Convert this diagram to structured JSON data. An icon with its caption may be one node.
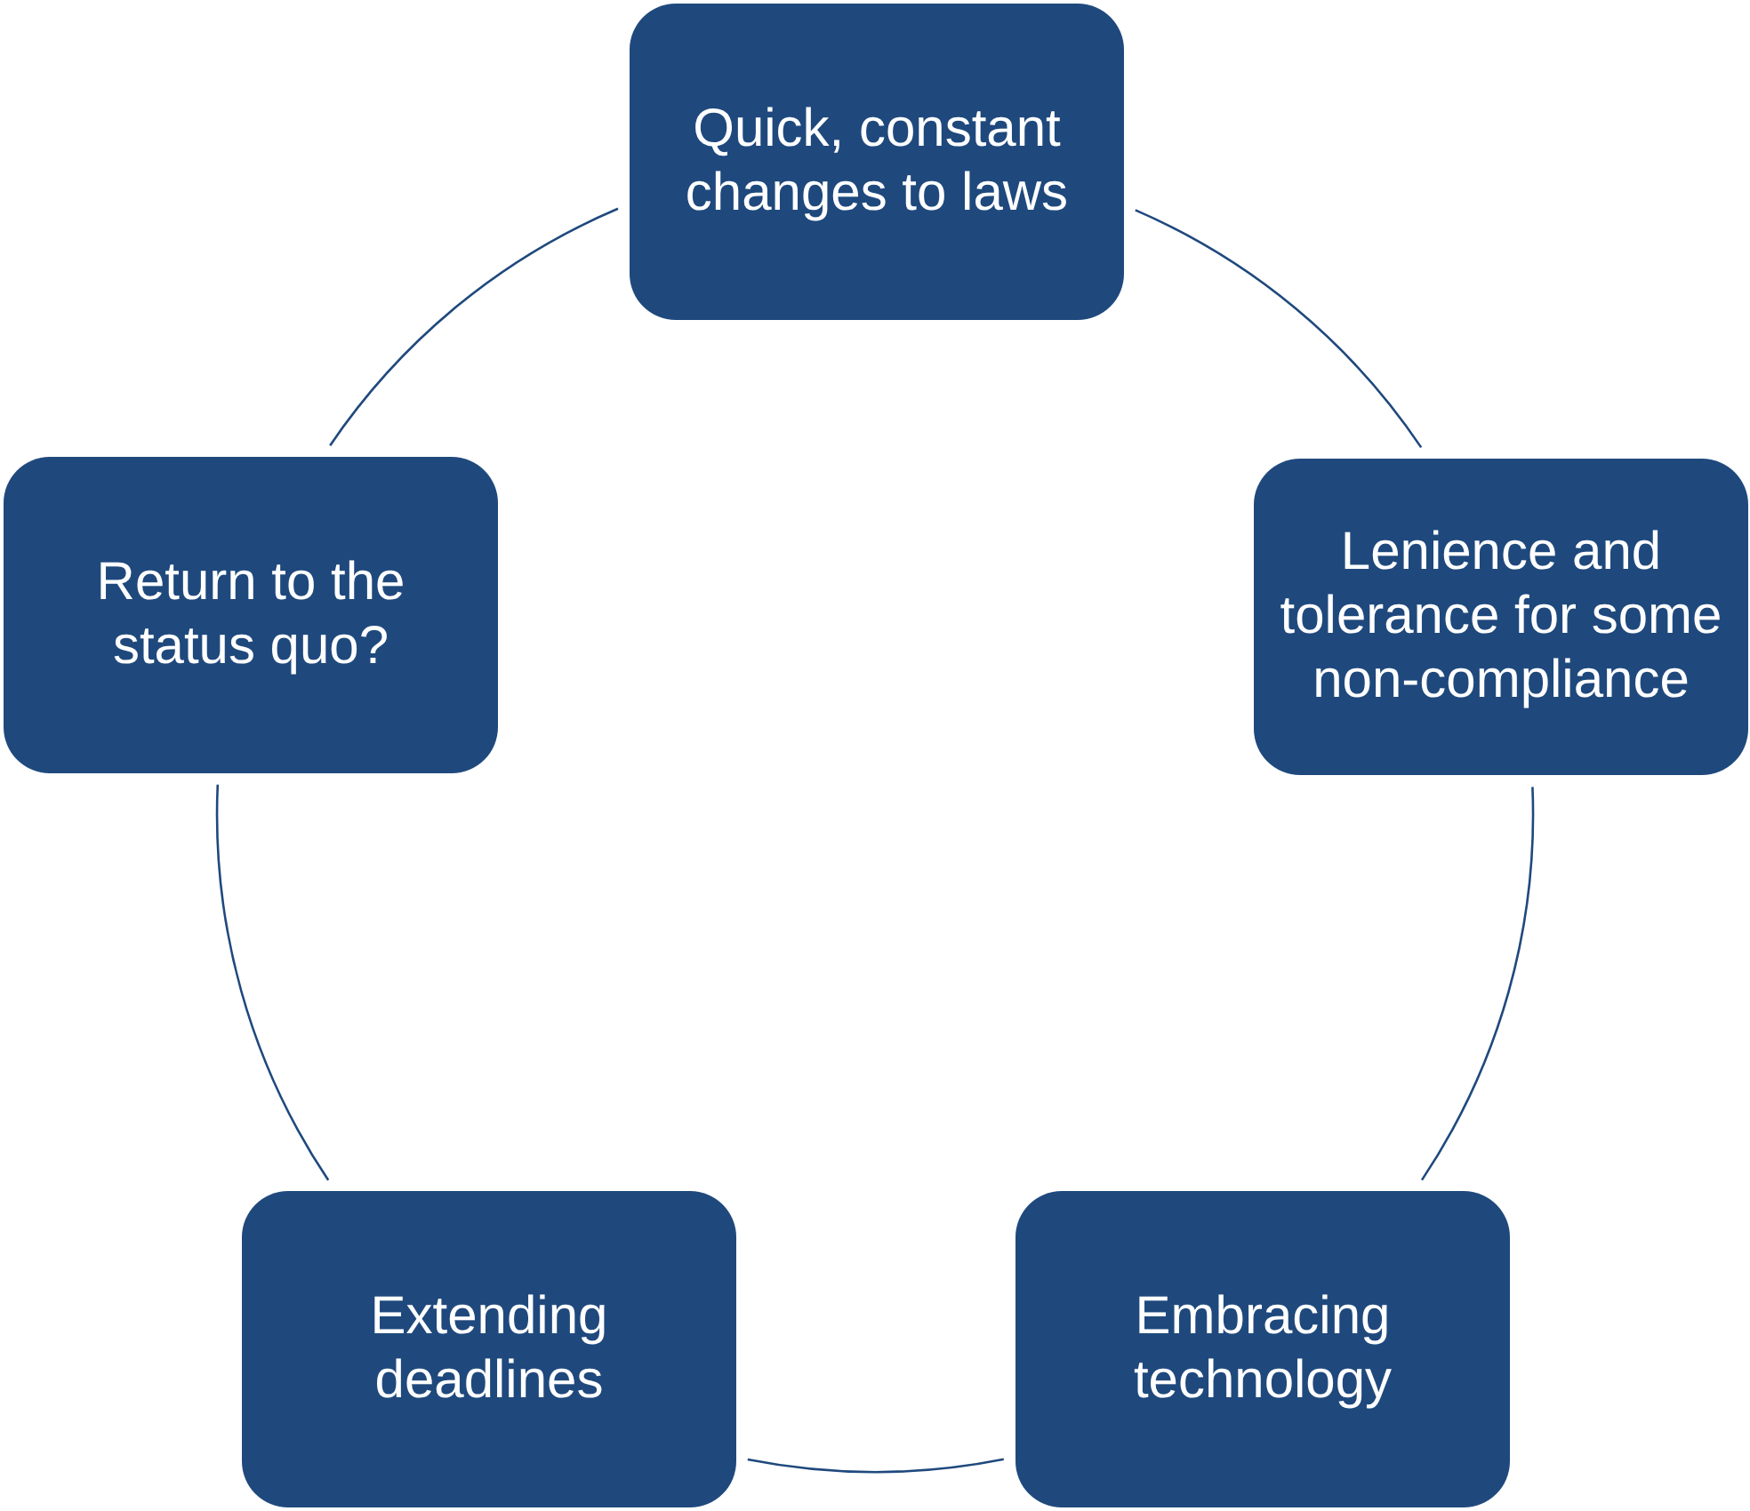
{
  "diagram": {
    "nodes": [
      {
        "text": [
          "Quick, constant changes to laws"
        ]
      },
      {
        "text": [
          "Lenience and tolerance for some non-compliance"
        ]
      },
      {
        "text": [
          "Embracing technology"
        ]
      },
      {
        "text": [
          "Extending deadlines"
        ]
      },
      {
        "text": [
          "Return to the status quo?"
        ]
      }
    ],
    "edges": [
      {
        "from": 0,
        "to": 1,
        "arrow": "none"
      },
      {
        "from": 1,
        "to": 2,
        "arrow": "none"
      },
      {
        "from": 2,
        "to": 3,
        "arrow": "none"
      },
      {
        "from": 3,
        "to": 4,
        "arrow": "none"
      },
      {
        "from": 4,
        "to": 0,
        "arrow": "none"
      }
    ]
  }
}
